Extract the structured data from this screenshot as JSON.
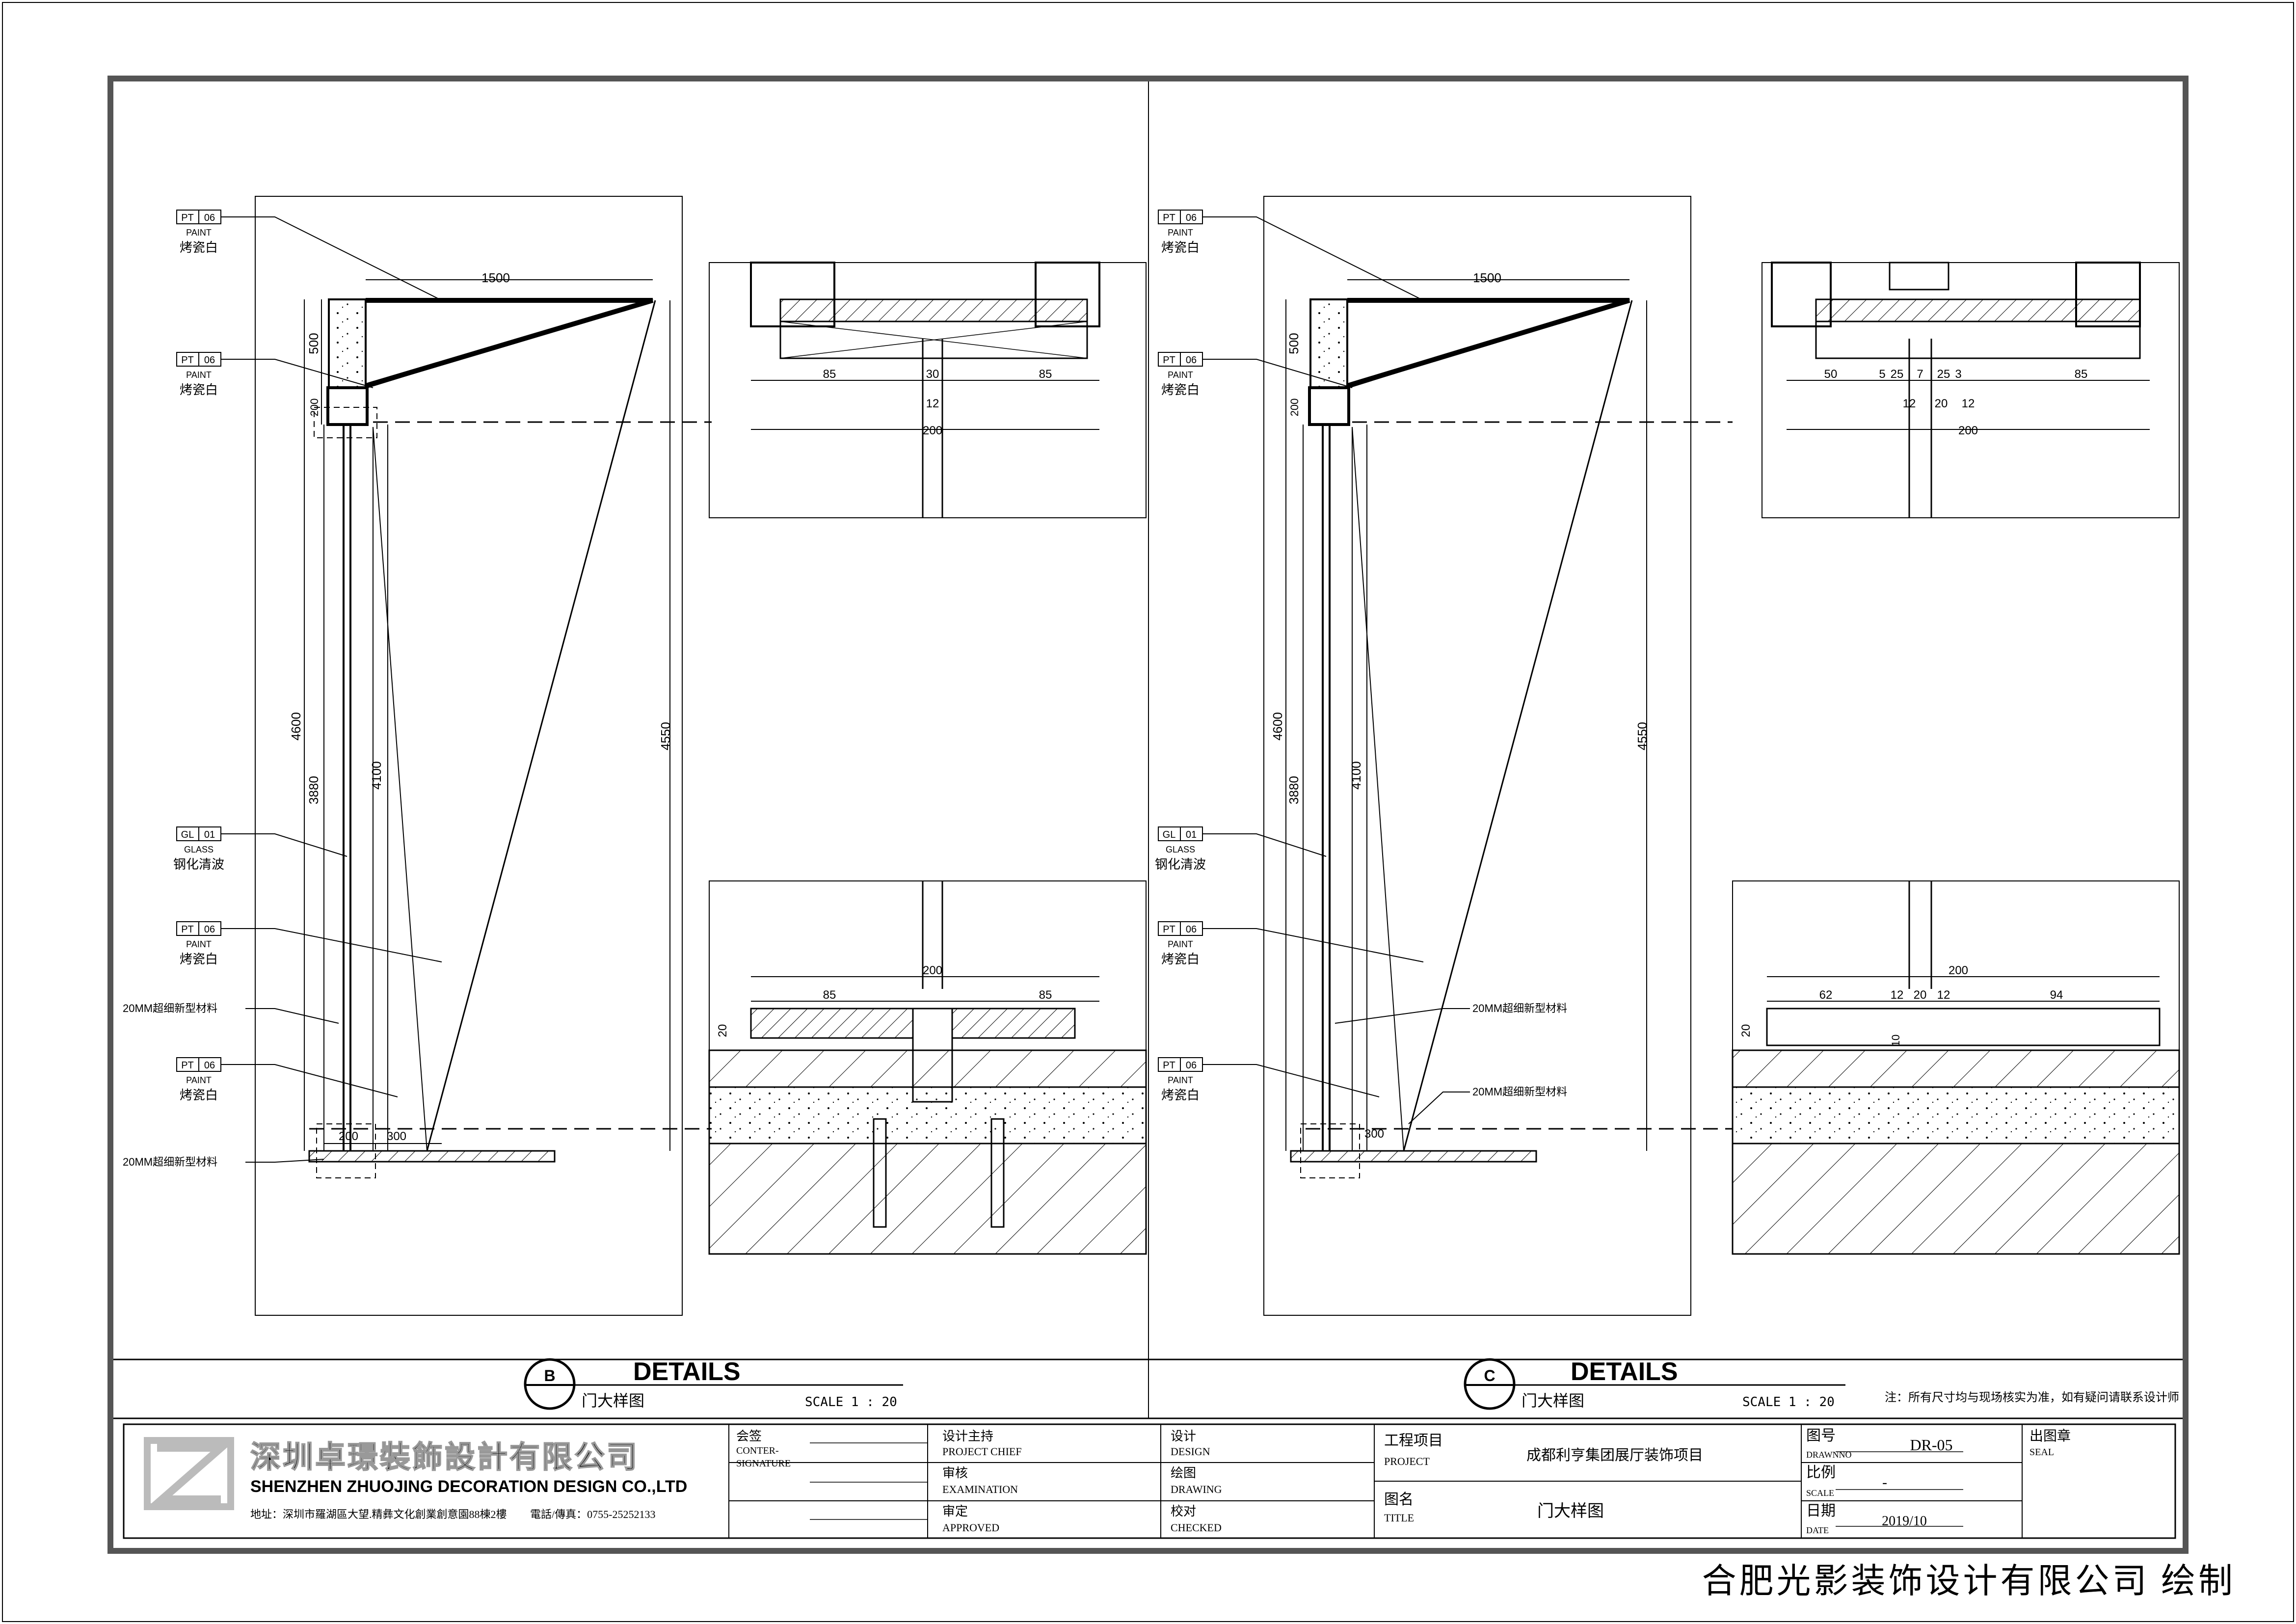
{
  "sheet": {
    "b": {
      "circle": "B",
      "heading": "DETAILS",
      "name": "门大样图",
      "scale": "SCALE 1 : 20"
    },
    "c": {
      "circle": "C",
      "heading": "DETAILS",
      "name": "门大样图",
      "scale": "SCALE 1 : 20"
    },
    "note": "注：所有尺寸均与现场核实为准，如有疑问请联系设计师"
  },
  "callouts": {
    "pt": "PT",
    "pt_no": "06",
    "paint": "PAINT",
    "paint_cn": "烤瓷白",
    "gl": "GL",
    "gl_no": "01",
    "glass": "GLASS",
    "glass_cn": "钢化清波",
    "mat20": "20MM超细新型材料"
  },
  "dims": {
    "d1500": "1500",
    "d500": "500",
    "d200": "200",
    "d4600": "4600",
    "d3880": "3880",
    "d4100": "4100",
    "d4550": "4550",
    "d300": "300",
    "d85": "85",
    "d30": "30",
    "d12": "12",
    "d20": "20",
    "d50": "50",
    "d5": "5",
    "d25": "25",
    "d7": "7",
    "d3": "3",
    "d62": "62",
    "d94": "94",
    "d10": "10"
  },
  "title_block": {
    "company_cn": "深圳卓璟裝飾設計有限公司",
    "company_en": "SHENZHEN ZHUOJING DECORATION DESIGN CO.,LTD",
    "address": "地址：深圳市羅湖區大望.精彝文化創業創意園88棟2樓",
    "phone": "電話/傳真：0755-25252133",
    "countersign_cn": "会签",
    "countersign_en1": "CONTER-",
    "countersign_en2": "SIGNATURE",
    "chief_cn": "设计主持",
    "chief_en": "PROJECT CHIEF",
    "exam_cn": "审核",
    "exam_en": "EXAMINATION",
    "approved_cn": "审定",
    "approved_en": "APPROVED",
    "design_cn": "设计",
    "design_en": "DESIGN",
    "drawing_cn": "绘图",
    "drawing_en": "DRAWING",
    "checked_cn": "校对",
    "checked_en": "CHECKED",
    "project_cn": "工程项目",
    "project_en": "PROJECT",
    "project_name": "成都利亨集团展厅装饰项目",
    "title_cn": "图名",
    "title_en": "TITLE",
    "title_value": "门大样图",
    "drawno_cn": "图号",
    "drawno_en": "DRAWNNO",
    "drawno_value": "DR-05",
    "scale_cn": "比例",
    "scale_en": "SCALE",
    "scale_value": "-",
    "date_cn": "日期",
    "date_en": "DATE",
    "date_value": "2019/10",
    "seal_cn": "出图章",
    "seal_en": "SEAL"
  },
  "footer": "合肥光影装饰设计有限公司 绘制"
}
